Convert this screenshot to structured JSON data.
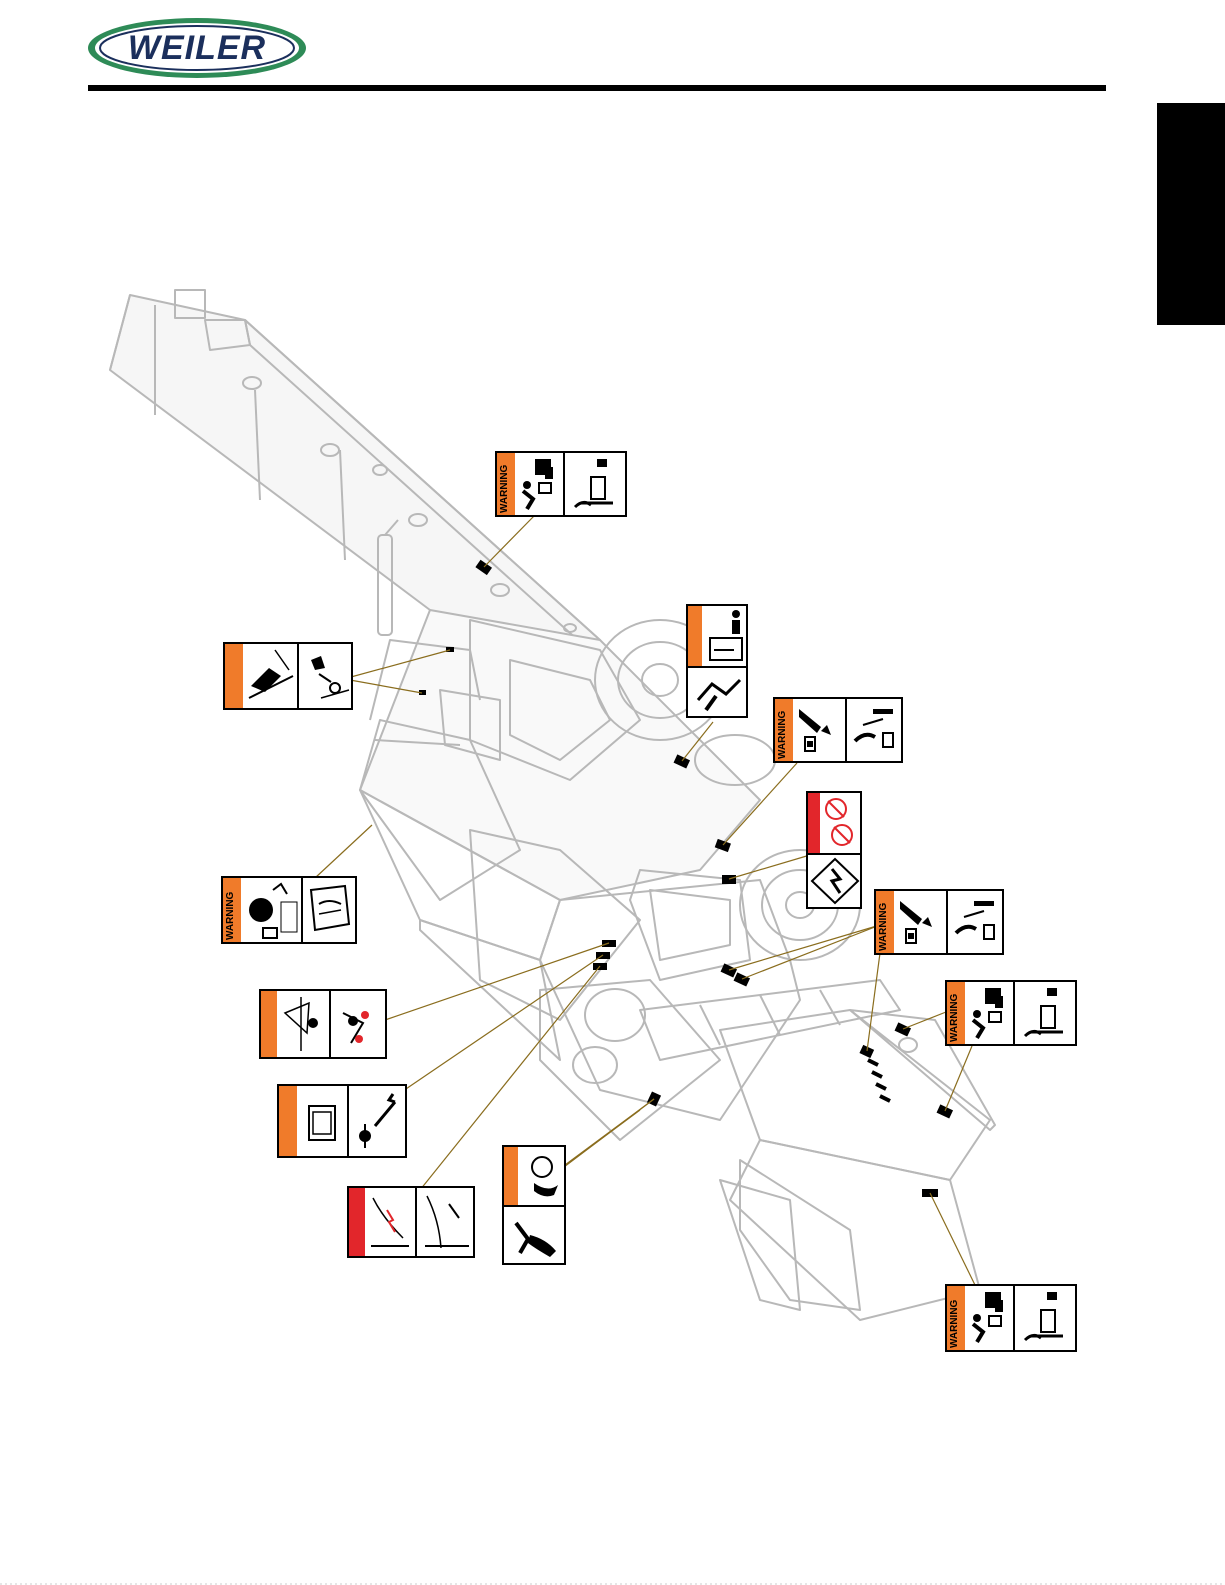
{
  "header": {
    "brand": "WEILER",
    "brand_color": "#1b2f5c",
    "logo_ring_color": "#2e8b57"
  },
  "decals": {
    "warning_word": "WARNING",
    "colors": {
      "orange": "#f07b2a",
      "red": "#e2262b"
    },
    "items": [
      {
        "id": "decal-boom-crush",
        "band": "orange",
        "has_word": true
      },
      {
        "id": "decal-hood-pinch-1",
        "band": "orange",
        "has_word": false
      },
      {
        "id": "decal-rear-fall",
        "band": "orange",
        "has_word": false
      },
      {
        "id": "decal-fan-1",
        "band": "orange",
        "has_word": true
      },
      {
        "id": "decal-electrical",
        "band": "red",
        "has_word": false
      },
      {
        "id": "decal-battery",
        "band": "orange",
        "has_word": true
      },
      {
        "id": "decal-fan-2",
        "band": "orange",
        "has_word": true
      },
      {
        "id": "decal-crush-right",
        "band": "orange",
        "has_word": true
      },
      {
        "id": "decal-tipover",
        "band": "orange",
        "has_word": false
      },
      {
        "id": "decal-service",
        "band": "orange",
        "has_word": false
      },
      {
        "id": "decal-overhead",
        "band": "red",
        "has_word": false
      },
      {
        "id": "decal-runover",
        "band": "orange",
        "has_word": false
      },
      {
        "id": "decal-crush-front",
        "band": "orange",
        "has_word": true
      }
    ]
  }
}
